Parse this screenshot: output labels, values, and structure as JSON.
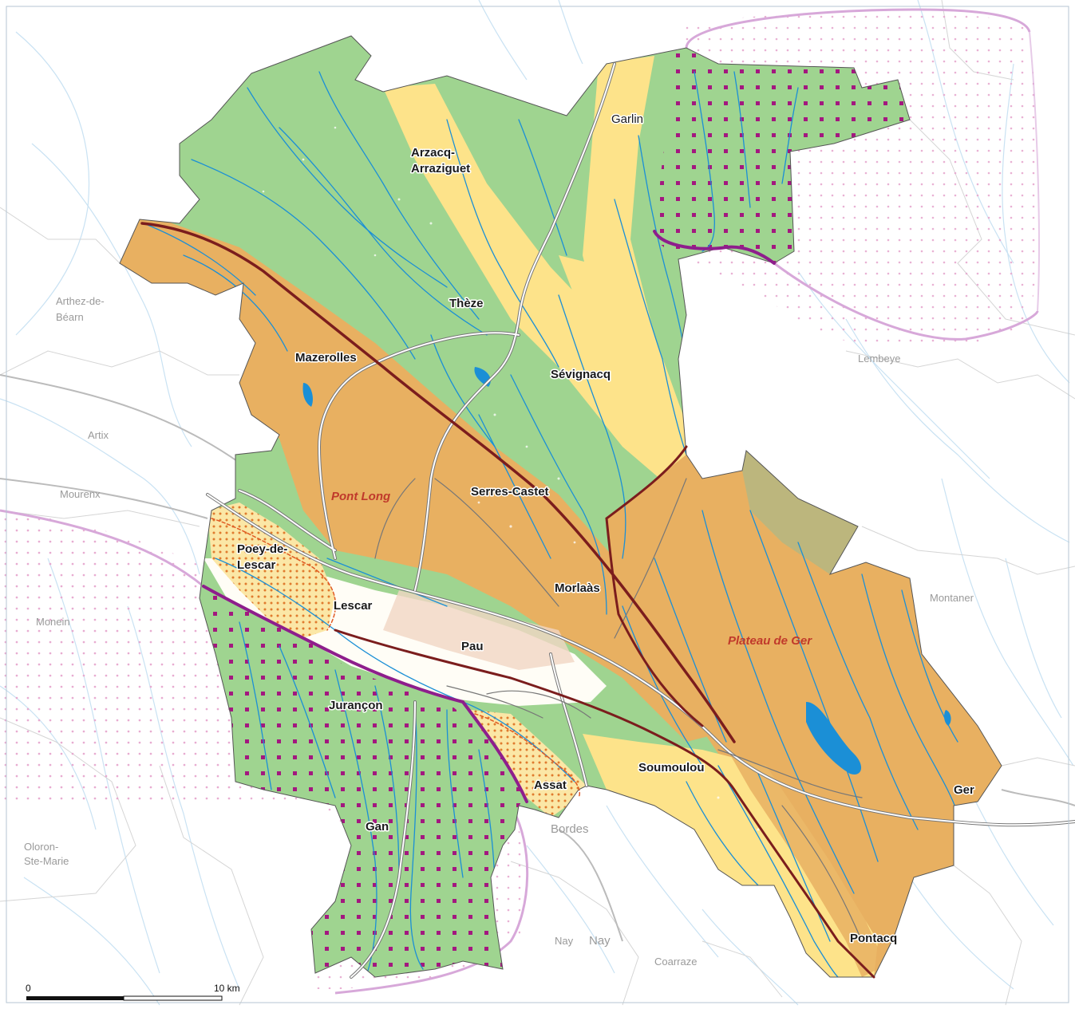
{
  "colors": {
    "green": "#9fd490",
    "orange": "#e8b061",
    "yellow": "#fde38a",
    "white_valley": "#fffdf6",
    "river": "#1b8fd6",
    "river_outside": "#b9d9f0",
    "boundary_dark": "#7b1d1d",
    "boundary_purple": "#8e1e8c",
    "boundary_purple_light": "#d7a8d9",
    "dot_purple": "#a3187f",
    "road": "#777777"
  },
  "labels": {
    "garlin": "Garlin",
    "arzacq": "Arzacq-",
    "arraziguet": "Arraziguet",
    "theze": "Thèze",
    "mazerolles": "Mazerolles",
    "sevignacq": "Sévignacq",
    "serres_castet": "Serres-Castet",
    "pont_long": "Pont Long",
    "poey1": "Poey-de-",
    "poey2": "Lescar",
    "lescar": "Lescar",
    "morlaas": "Morlaàs",
    "pau": "Pau",
    "plateau_ger": "Plateau de Ger",
    "jurancon": "Jurançon",
    "soumoulou": "Soumoulou",
    "assat": "Assat",
    "gan": "Gan",
    "ger": "Ger",
    "pontacq": "Pontacq"
  },
  "outside_labels": {
    "arthez1": "Arthez-de-",
    "arthez2": "Béarn",
    "lembeye": "Lembeye",
    "artix": "Artix",
    "mourenx": "Mourenx",
    "monein": "Monein",
    "montaner": "Montaner",
    "bordes": "Bordes",
    "oloron1": "Oloron-",
    "oloron2": "Ste-Marie",
    "nay1": "Nay",
    "nay2": "Nay",
    "coarraze": "Coarraze"
  },
  "scale": {
    "start": "0",
    "end": "10 km"
  }
}
